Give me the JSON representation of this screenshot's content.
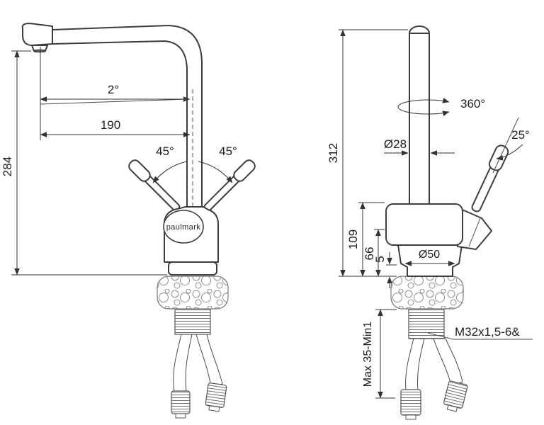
{
  "colors": {
    "line": "#3d3d3d",
    "dimension": "#333333",
    "background": "#ffffff"
  },
  "diagram": {
    "left_view": {
      "spout_angle": "2°",
      "spout_reach": "190",
      "height": "284",
      "handle_angle_left": "45°",
      "handle_angle_right": "45°",
      "brand": "paulmark"
    },
    "right_view": {
      "swivel": "360°",
      "height": "312",
      "pipe_diameter": "Ø28",
      "handle_angle": "25°",
      "body_height": "109",
      "outlet_height": "66",
      "base_edge": "5",
      "base_diameter": "Ø50",
      "mounting_thickness": "Max 35-Min1",
      "thread": "M32x1,5-6&"
    }
  }
}
